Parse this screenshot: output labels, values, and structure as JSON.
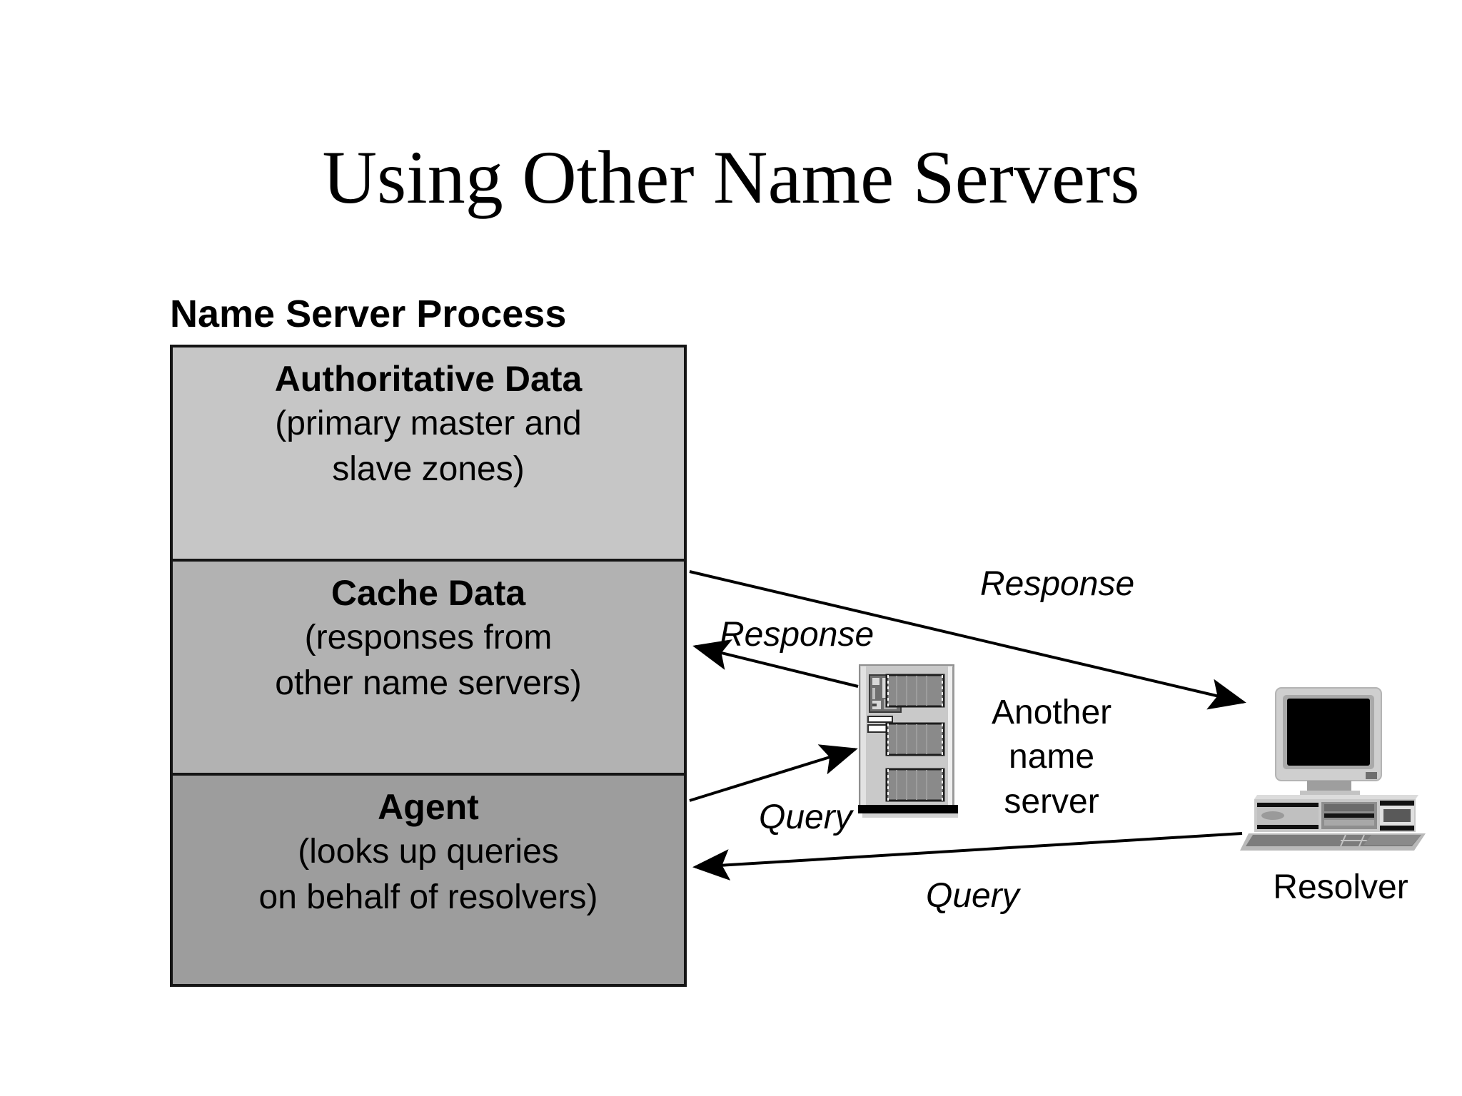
{
  "slide": {
    "title": "Using Other Name Servers"
  },
  "process": {
    "heading": "Name Server Process",
    "layers": [
      {
        "id": "authoritative-data",
        "title": "Authoritative Data",
        "lines": [
          "(primary master and",
          "slave zones)"
        ],
        "fill": "#c6c6c6"
      },
      {
        "id": "cache-data",
        "title": "Cache Data",
        "lines": [
          "(responses from",
          "other name servers)"
        ],
        "fill": "#b2b2b2"
      },
      {
        "id": "agent",
        "title": "Agent",
        "lines": [
          "(looks up queries",
          "on behalf of resolvers)"
        ],
        "fill": "#9d9d9d"
      }
    ]
  },
  "flows": [
    {
      "id": "response-from-resolver-side",
      "label": "Response"
    },
    {
      "id": "response-from-another-name-server",
      "label": "Response"
    },
    {
      "id": "query-to-another-name-server",
      "label": "Query"
    },
    {
      "id": "query-from-resolver",
      "label": "Query"
    }
  ],
  "nodes": {
    "another_name_server": {
      "caption_lines": [
        "Another",
        "name",
        "server"
      ],
      "icon": "server-rack-icon"
    },
    "resolver": {
      "caption": "Resolver",
      "icon": "desktop-computer-icon"
    }
  },
  "colors": {
    "background": "#ffffff",
    "ink": "#000000",
    "layer_light": "#c6c6c6",
    "layer_mid": "#b2b2b2",
    "layer_dark": "#9d9d9d",
    "border": "#151515"
  }
}
